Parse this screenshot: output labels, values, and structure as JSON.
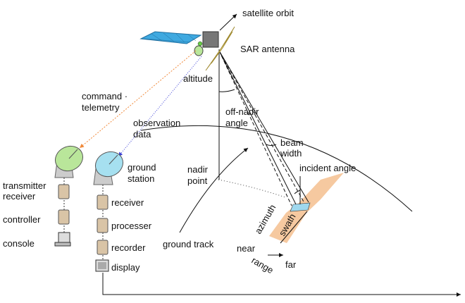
{
  "labels": {
    "satellite_orbit": "satellite orbit",
    "sar_antenna": "SAR antenna",
    "altitude": "altitude",
    "command_telemetry_1": "command ·",
    "command_telemetry_2": "telemetry",
    "observation_data_1": "observation",
    "observation_data_2": "data",
    "off_nadir_1": "off-nadir",
    "off_nadir_2": "angle",
    "beam_width_1": "beam",
    "beam_width_2": "width",
    "incident_angle": "incident angle",
    "nadir_point_1": "nadir",
    "nadir_point_2": "point",
    "ground_station_1": "ground",
    "ground_station_2": "station",
    "transmitter_receiver_1": "transmitter",
    "transmitter_receiver_2": "receiver",
    "controller": "controller",
    "console": "console",
    "receiver": "receiver",
    "processer": "processer",
    "recorder": "recorder",
    "display": "display",
    "ground_track": "ground track",
    "azimuth": "azimuth",
    "swath": "swath",
    "near": "near",
    "far": "far",
    "range": "range"
  },
  "colors": {
    "solar_panel": "#3fa9e0",
    "antenna_panel": "#f3e6a6",
    "command_arrow": "#f08a3c",
    "observation_arrow": "#3b3fd6",
    "swath_fill": "#f6c9a0",
    "dish_left": "#b9e69a",
    "dish_right": "#a6e0f0",
    "module": "#d9c4a6"
  }
}
